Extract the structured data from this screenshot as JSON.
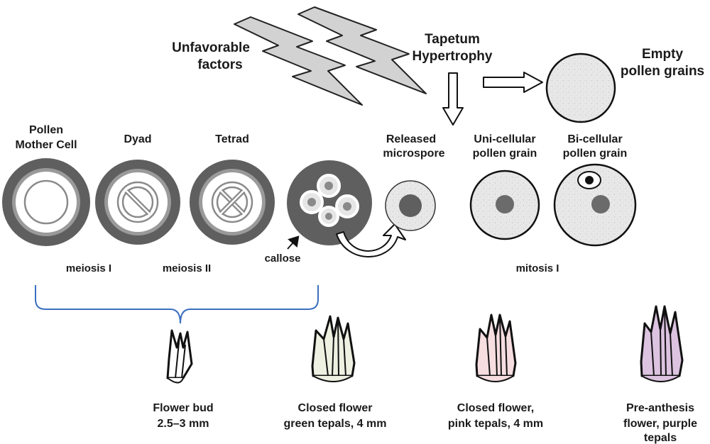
{
  "factors": {
    "line1": "Unfavorable",
    "line2": "factors"
  },
  "tapetum": {
    "line1": "Tapetum",
    "line2": "Hypertrophy"
  },
  "empty": {
    "line1": "Empty",
    "line2": "pollen grains"
  },
  "stages": {
    "pmc": {
      "line1": "Pollen",
      "line2": "Mother Cell"
    },
    "dyad": {
      "line1": "Dyad"
    },
    "tetrad": {
      "line1": "Tetrad"
    },
    "released": {
      "line1": "Released",
      "line2": "microspore"
    },
    "unicell": {
      "line1": "Uni-cellular",
      "line2": "pollen grain"
    },
    "bicell": {
      "line1": "Bi-cellular",
      "line2": "pollen grain"
    }
  },
  "annotations": {
    "callose": "callose",
    "meiosis1": "meiosis I",
    "meiosis2": "meiosis II",
    "mitosis1": "mitosis I"
  },
  "flowers": [
    {
      "line1": "Flower bud",
      "line2": "2.5–3 mm",
      "color": "#ffffff"
    },
    {
      "line1": "Closed flower",
      "line2": "green tepals, 4 mm",
      "color": "#eef0e2"
    },
    {
      "line1": "Closed flower,",
      "line2": "pink tepals, 4 mm",
      "color": "#f5dde0"
    },
    {
      "line1": "Pre-anthesis",
      "line2": "flower, purple",
      "line3": "tepals",
      "color": "#dcc3e0"
    }
  ],
  "colors": {
    "wall_dark": "#5f5f5f",
    "wall_mid": "#9a9a9a",
    "grain_fill": "#e6e6e6",
    "nucleus": "#6b6b6b",
    "bracket": "#3a6fbf",
    "bolt": "#d2d2d2"
  }
}
